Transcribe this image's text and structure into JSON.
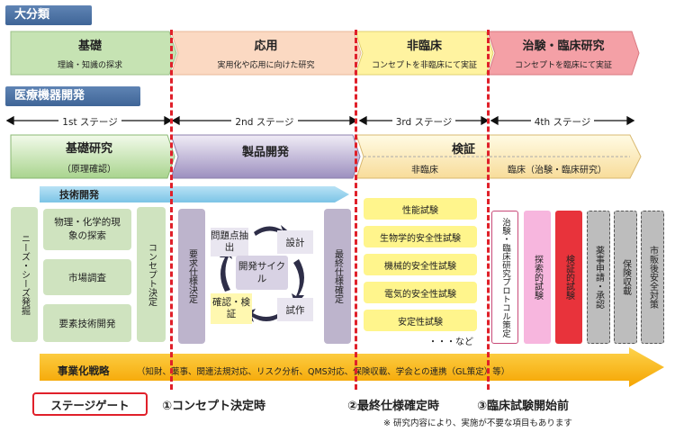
{
  "sections": {
    "major": "大分類",
    "device": "医療機器開発"
  },
  "major_categories": [
    {
      "title": "基礎",
      "subtitle": "理論・知識の探求",
      "color": "#c6e3b3"
    },
    {
      "title": "応用",
      "subtitle": "実用化や応用に向けた研究",
      "color": "#fbd9c2"
    },
    {
      "title": "非臨床",
      "subtitle": "コンセプトを非臨床にて実証",
      "color": "#fff3a0"
    },
    {
      "title": "治験・臨床研究",
      "subtitle": "コンセプトを臨床にて実証",
      "color": "#f4a0a6"
    }
  ],
  "stages": [
    "1st ステージ",
    "2nd ステージ",
    "3rd ステージ",
    "4th ステージ"
  ],
  "phases": {
    "basic": {
      "title": "基礎研究",
      "subtitle": "（原理確認）"
    },
    "product": {
      "title": "製品開発"
    },
    "verify": {
      "title": "検証",
      "sub_nonclinical": "非臨床",
      "sub_clinical": "臨床（治験・臨床研究）"
    }
  },
  "tech_dev": "技術開発",
  "stage1": {
    "needs": "ニーズ・シーズ発掘",
    "items": [
      "物理・化学的現象の探索",
      "市場調査",
      "要素技術開発"
    ],
    "concept": "コンセプト決定"
  },
  "stage2": {
    "req": "要求仕様決定",
    "cycle_center": "開発サイクル",
    "cycle_items": [
      "問題点抽出",
      "設計",
      "試作",
      "確認・検証"
    ],
    "final": "最終仕様確定"
  },
  "stage3": {
    "tests": [
      "性能試験",
      "生物学的安全性試験",
      "機械的安全性試験",
      "電気的安全性試験",
      "安定性試験"
    ],
    "etc": "・・・など"
  },
  "stage4": {
    "items": [
      "治験・臨床研究プロトコル策定",
      "探索的試験",
      "検証的試験",
      "薬事申請・承認",
      "保険収載",
      "市販後安全対策"
    ]
  },
  "strategy": {
    "title": "事業化戦略",
    "detail": "（知財、薬事、関連法規対応、リスク分析、QMS対応、保険収載、学会との連携（GL策定）等）"
  },
  "gates": {
    "label": "ステージゲート",
    "g1": "①コンセプト決定時",
    "g2": "②最終仕様確定時",
    "g3": "③臨床試験開始前"
  },
  "note": "※ 研究内容により、実施が不要な項目もあります"
}
